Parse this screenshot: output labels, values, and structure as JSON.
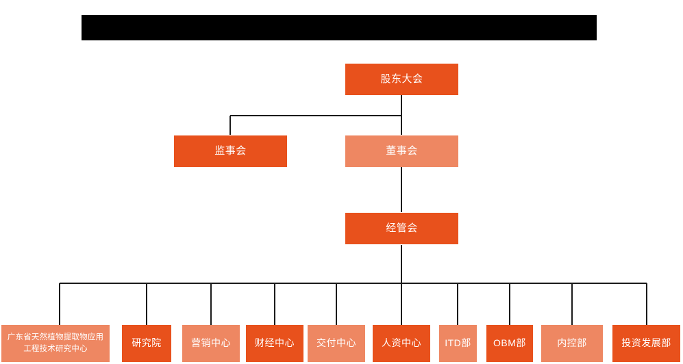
{
  "chart_data": {
    "type": "diagram",
    "subtype": "org-chart",
    "title": "",
    "orientation": "top-down",
    "palette": {
      "dark_orange": "#E8511C",
      "light_orange": "#EE8762",
      "connector": "#1a1a1a",
      "text": "#FFFFFF",
      "background": "#FFFFFF",
      "redaction": "#000000"
    },
    "levels": [
      {
        "level": 1,
        "nodes": [
          "股东大会"
        ]
      },
      {
        "level": 2,
        "nodes": [
          "监事会",
          "董事会"
        ]
      },
      {
        "level": 3,
        "nodes": [
          "经管会"
        ]
      },
      {
        "level": 4,
        "nodes": [
          "广东省天然植物提取物应用工程技术研究中心",
          "研究院",
          "营销中心",
          "财经中心",
          "交付中心",
          "人资中心",
          "ITD部",
          "OBM部",
          "内控部",
          "投资发展部"
        ]
      }
    ],
    "edges": [
      {
        "from": "股东大会",
        "to": "监事会"
      },
      {
        "from": "股东大会",
        "to": "董事会"
      },
      {
        "from": "董事会",
        "to": "经管会"
      },
      {
        "from": "经管会",
        "to": "广东省天然植物提取物应用工程技术研究中心"
      },
      {
        "from": "经管会",
        "to": "研究院"
      },
      {
        "from": "经管会",
        "to": "营销中心"
      },
      {
        "from": "经管会",
        "to": "财经中心"
      },
      {
        "from": "经管会",
        "to": "交付中心"
      },
      {
        "from": "经管会",
        "to": "人资中心"
      },
      {
        "from": "经管会",
        "to": "ITD部"
      },
      {
        "from": "经管会",
        "to": "OBM部"
      },
      {
        "from": "经管会",
        "to": "内控部"
      },
      {
        "from": "经管会",
        "to": "投资发展部"
      }
    ]
  },
  "redaction": {
    "label": ""
  },
  "nodes": {
    "shareholders_meeting": {
      "label": "股东大会",
      "color": "#E8511C"
    },
    "board_of_supervisors": {
      "label": "监事会",
      "color": "#E8511C"
    },
    "board_of_directors": {
      "label": "董事会",
      "color": "#EE8762"
    },
    "management_committee": {
      "label": "经管会",
      "color": "#E8511C"
    },
    "research_center": {
      "label": "广东省天然植物提取物应用工程技术研究中心",
      "color": "#EE8762"
    },
    "research_institute": {
      "label": "研究院",
      "color": "#E8511C"
    },
    "marketing_center": {
      "label": "营销中心",
      "color": "#EE8762"
    },
    "finance_center": {
      "label": "财经中心",
      "color": "#E8511C"
    },
    "delivery_center": {
      "label": "交付中心",
      "color": "#EE8762"
    },
    "hr_center": {
      "label": "人资中心",
      "color": "#E8511C"
    },
    "itd_department": {
      "label": "ITD部",
      "color": "#EE8762"
    },
    "obm_department": {
      "label": "OBM部",
      "color": "#E8511C"
    },
    "internal_control_department": {
      "label": "内控部",
      "color": "#EE8762"
    },
    "investment_development_department": {
      "label": "投资发展部",
      "color": "#E8511C"
    }
  }
}
